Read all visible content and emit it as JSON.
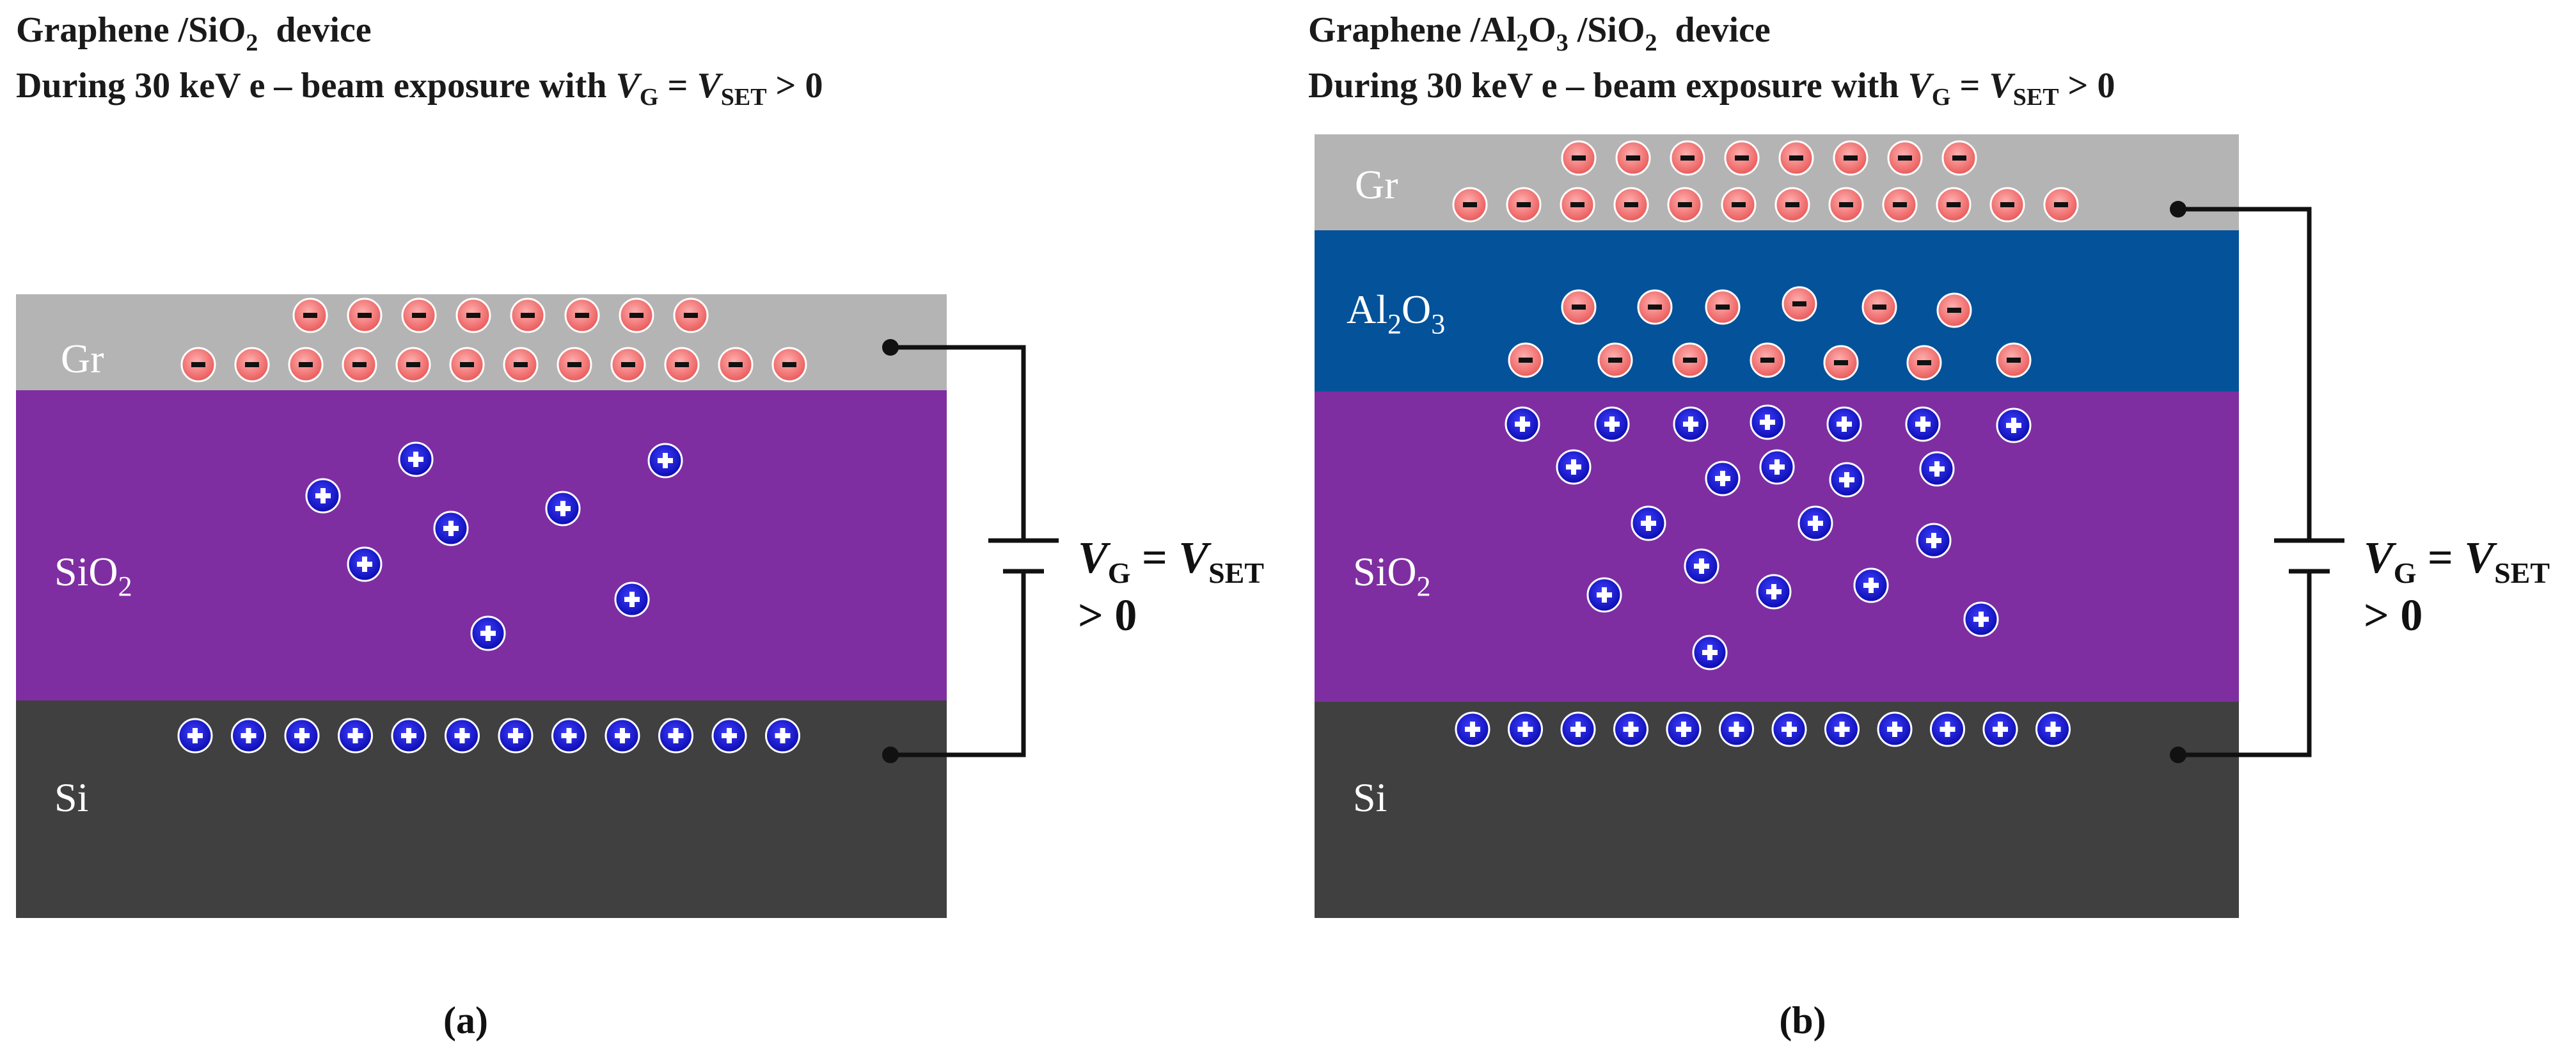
{
  "panels": {
    "a": {
      "title_line1": {
        "main": "Graphene /SiO",
        "sub": "2",
        "tail": "  device"
      },
      "title_line2": {
        "pre": "During 30 keV e – beam exposure with ",
        "v": "V",
        "vsub": "G",
        "eq": " = ",
        "v2": "V",
        "v2sub": "SET",
        "post": " > 0"
      },
      "layers": {
        "gr": {
          "label": "Gr",
          "color": "#b4b4b4"
        },
        "sio2": {
          "label_main": "SiO",
          "label_sub": "2",
          "color": "#7f2ea1"
        },
        "si": {
          "label": "Si",
          "color": "#404040"
        }
      },
      "voltage_label": {
        "v": "V",
        "vsub": "G",
        "eq": " = ",
        "v2": "V",
        "v2sub": "SET",
        "line2": "> 0"
      },
      "caption": "(a)"
    },
    "b": {
      "title_line1": {
        "main": "Graphene /Al",
        "sub1": "2",
        "mid": "O",
        "sub2": "3",
        "mid2": " /SiO",
        "sub3": "2",
        "tail": "  device"
      },
      "title_line2": {
        "pre": "During 30 keV e – beam exposure with ",
        "v": "V",
        "vsub": "G",
        "eq": " = ",
        "v2": "V",
        "v2sub": "SET",
        "post": " > 0"
      },
      "layers": {
        "gr": {
          "label": "Gr",
          "color": "#b4b4b4"
        },
        "al2o3": {
          "label_a": "Al",
          "label_sub1": "2",
          "label_b": "O",
          "label_sub2": "3",
          "color": "#03529a"
        },
        "sio2": {
          "label_main": "SiO",
          "label_sub": "2",
          "color": "#7f2ea1"
        },
        "si": {
          "label": "Si",
          "color": "#404040"
        }
      },
      "voltage_label": {
        "v": "V",
        "vsub": "G",
        "eq": " = ",
        "v2": "V",
        "v2sub": "SET",
        "line2": "> 0"
      },
      "caption": "(b)"
    }
  },
  "charge_symbols": {
    "negative": "−",
    "positive": "+"
  },
  "colors": {
    "negative_charge": "#f08080",
    "positive_charge": "#1414c8",
    "wire": "#111111"
  }
}
